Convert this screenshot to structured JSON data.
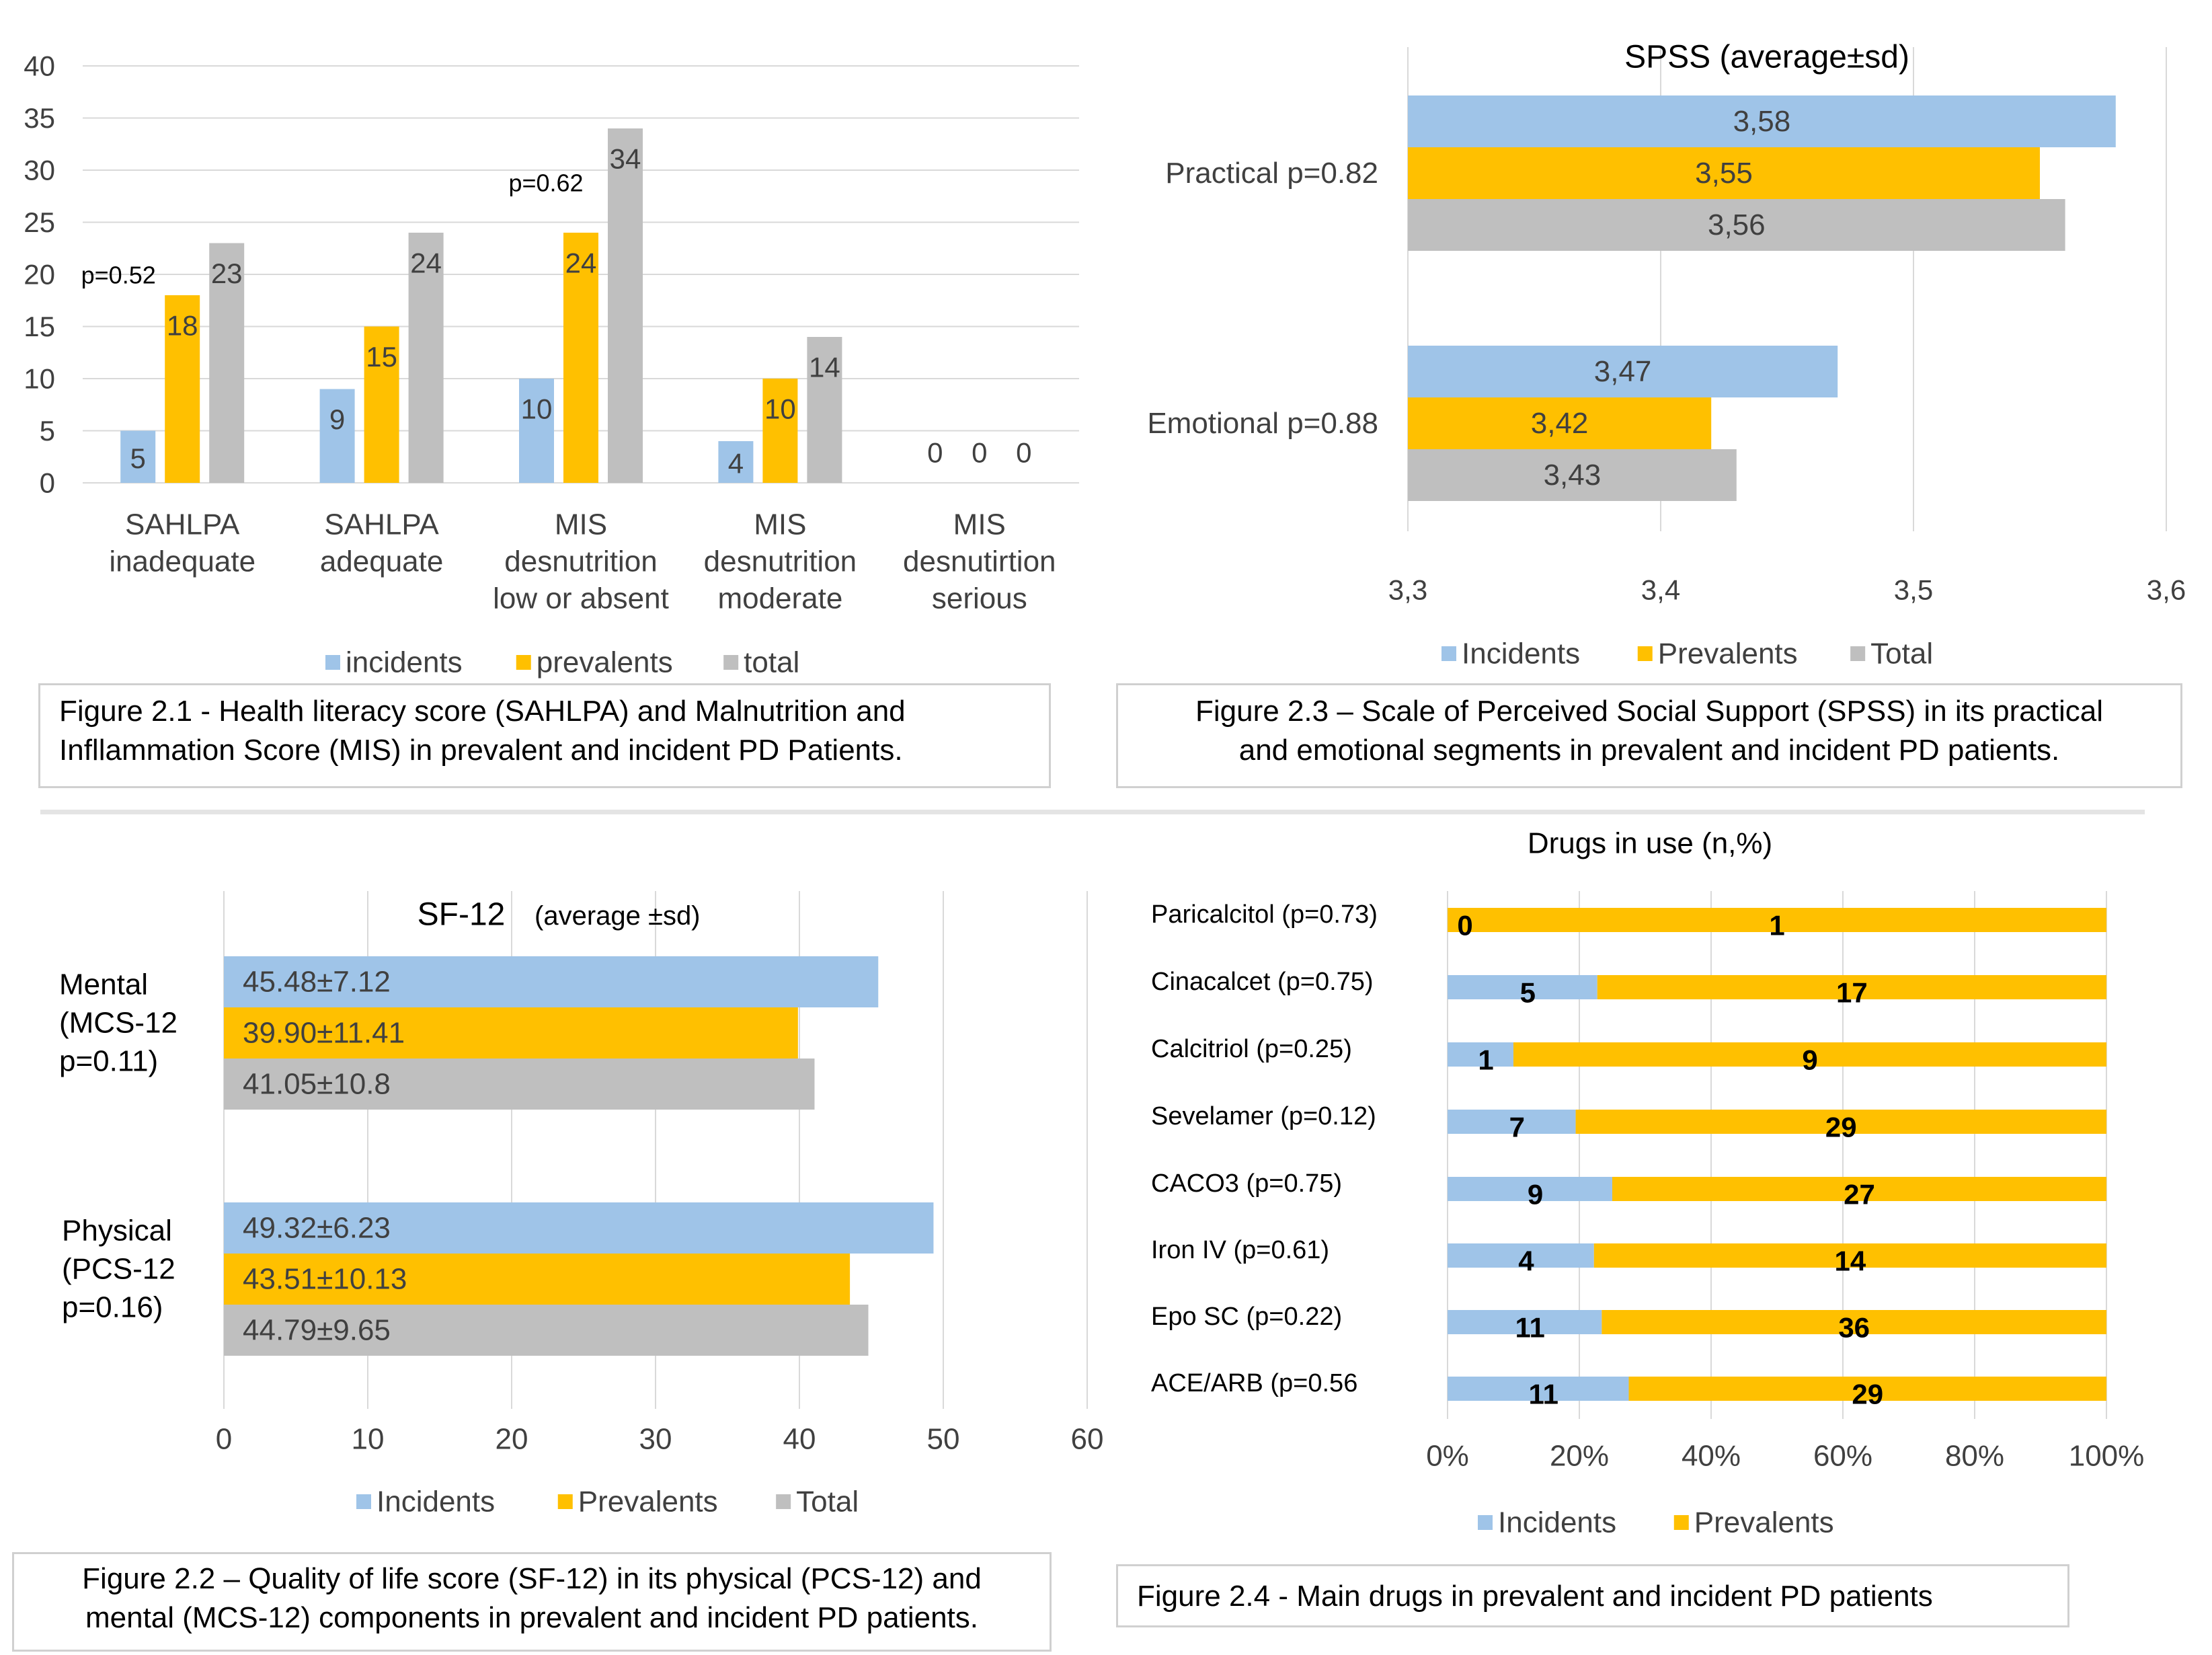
{
  "colors": {
    "incidents": "#9fc4e8",
    "prevalents": "#ffc000",
    "total": "#bfbfbf",
    "grid": "#d9d9d9",
    "text": "#404040"
  },
  "chart_data": [
    {
      "id": "fig21",
      "type": "bar",
      "categories": [
        [
          "SAHLPA",
          "inadequate"
        ],
        [
          "SAHLPA",
          "adequate"
        ],
        [
          "MIS",
          "desnutrition",
          "low or absent"
        ],
        [
          "MIS",
          "desnutrition",
          "moderate"
        ],
        [
          "MIS",
          "desnutirtion",
          "serious"
        ]
      ],
      "series": [
        {
          "name": "incidents",
          "values": [
            5,
            9,
            10,
            4,
            0
          ]
        },
        {
          "name": "prevalents",
          "values": [
            18,
            15,
            24,
            10,
            0
          ]
        },
        {
          "name": "total",
          "values": [
            23,
            24,
            34,
            14,
            0
          ]
        }
      ],
      "ylim": [
        0,
        40
      ],
      "yticks": [
        "0",
        "5",
        "10",
        "15",
        "20",
        "25",
        "30",
        "35",
        "40"
      ],
      "annotations": [
        "p=0.52",
        "p=0.62"
      ],
      "legend": "bottom",
      "grid": true
    },
    {
      "id": "fig23",
      "type": "bar",
      "orientation": "horizontal",
      "title": "SPSS (average±sd)",
      "categories": [
        "Practical p=0.82",
        "Emotional p=0.88"
      ],
      "series": [
        {
          "name": "Incidents",
          "values": [
            3.58,
            3.47
          ],
          "labels": [
            "3,58",
            "3,47"
          ]
        },
        {
          "name": "Prevalents",
          "values": [
            3.55,
            3.42
          ],
          "labels": [
            "3,55",
            "3,42"
          ]
        },
        {
          "name": "Total",
          "values": [
            3.56,
            3.43
          ],
          "labels": [
            "3,56",
            "3,43"
          ]
        }
      ],
      "xlim": [
        3.3,
        3.6
      ],
      "xticks": [
        "3,3",
        "3,4",
        "3,5",
        "3,6"
      ],
      "legend": "bottom",
      "grid": true
    },
    {
      "id": "fig22",
      "type": "bar",
      "orientation": "horizontal",
      "title": "SF-12",
      "subtitle": "(average ±sd)",
      "categories": [
        [
          "Mental",
          "(MCS-12",
          "p=0.11)"
        ],
        [
          "Physical",
          "(PCS-12",
          "p=0.16)"
        ]
      ],
      "series": [
        {
          "name": "Incidents",
          "values": [
            45.48,
            49.32
          ],
          "labels": [
            "45.48±7.12",
            "49.32±6.23"
          ]
        },
        {
          "name": "Prevalents",
          "values": [
            39.9,
            43.51
          ],
          "labels": [
            "39.90±11.41",
            "43.51±10.13"
          ]
        },
        {
          "name": "Total",
          "values": [
            41.05,
            44.79
          ],
          "labels": [
            "41.05±10.8",
            "44.79±9.65"
          ]
        }
      ],
      "xlim": [
        0,
        60
      ],
      "xticks": [
        "0",
        "10",
        "20",
        "30",
        "40",
        "50",
        "60"
      ],
      "legend": "bottom",
      "grid": true
    },
    {
      "id": "fig24",
      "type": "bar",
      "orientation": "horizontal",
      "stacked": "percent",
      "title": "Drugs in use (n,%)",
      "categories": [
        "Paricalcitol (p=0.73)",
        "Cinacalcet (p=0.75)",
        "Calcitriol (p=0.25)",
        "Sevelamer (p=0.12)",
        "CACO3 (p=0.75)",
        "Iron IV (p=0.61)",
        "Epo SC (p=0.22)",
        "ACE/ARB (p=0.56"
      ],
      "series": [
        {
          "name": "Incidents",
          "values": [
            0,
            5,
            1,
            7,
            9,
            4,
            11,
            11
          ]
        },
        {
          "name": "Prevalents",
          "values": [
            1,
            17,
            9,
            29,
            27,
            14,
            36,
            29
          ]
        }
      ],
      "xlim": [
        0,
        1
      ],
      "xticks": [
        "0%",
        "20%",
        "40%",
        "60%",
        "80%",
        "100%"
      ],
      "legend": "bottom",
      "grid": true
    }
  ],
  "captions": {
    "fig21": [
      "Figure 2.1 - Health literacy score (SAHLPA) and Malnutrition and",
      "Infllammation Score (MIS) in prevalent and incident PD Patients."
    ],
    "fig22": [
      "Figure 2.2 – Quality of life score (SF-12) in its physical (PCS-12) and",
      "mental (MCS-12) components in prevalent and incident PD patients."
    ],
    "fig23": [
      "Figure 2.3 – Scale of Perceived Social Support (SPSS) in its practical",
      "and emotional segments in prevalent and incident PD patients."
    ],
    "fig24": [
      "Figure 2.4 - Main drugs in prevalent and incident PD patients"
    ]
  }
}
